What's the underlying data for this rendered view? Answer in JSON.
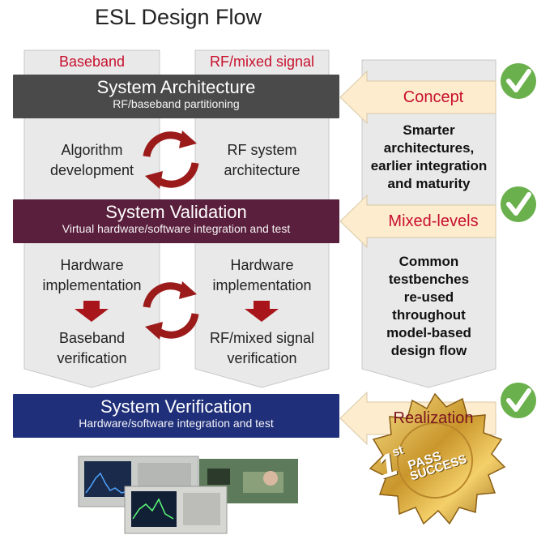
{
  "title": "ESL Design Flow",
  "columns": {
    "left": "Baseband",
    "right": "RF/mixed signal"
  },
  "bands": {
    "architecture": {
      "title": "System Architecture",
      "subtitle": "RF/baseband partitioning",
      "color": "#4a4a4a"
    },
    "validation": {
      "title": "System Validation",
      "subtitle": "Virtual hardware/software integration and test",
      "color": "#5a1f3c"
    },
    "verification": {
      "title": "System Verification",
      "subtitle": "Hardware/software integration and test",
      "color": "#1f2f7a"
    }
  },
  "left_column": {
    "top": [
      "Algorithm",
      "development"
    ],
    "impl": [
      "Hardware",
      "implementation"
    ],
    "verif": [
      "Baseband",
      "verification"
    ]
  },
  "right_column": {
    "top": [
      "RF system",
      "architecture"
    ],
    "impl": [
      "Hardware",
      "implementation"
    ],
    "verif": [
      "RF/mixed signal",
      "verification"
    ]
  },
  "right_panel": {
    "text1": [
      "Smarter",
      "architectures,",
      "earlier integration",
      "and maturity"
    ],
    "text2": [
      "Common",
      "testbenches",
      "re-used",
      "throughout",
      "model-based",
      "design flow"
    ]
  },
  "arrows": {
    "concept": "Concept",
    "mixed": "Mixed-levels",
    "realization": "Realization"
  },
  "badge": {
    "line1": "1",
    "sup": "st",
    "line2": "PASS",
    "line3": "SUCCESS"
  },
  "colors": {
    "accent_red": "#c8102e",
    "check_green": "#6ab04c",
    "arrow_fill": "#fdeccd",
    "column_gray": "#e9e9e9"
  }
}
